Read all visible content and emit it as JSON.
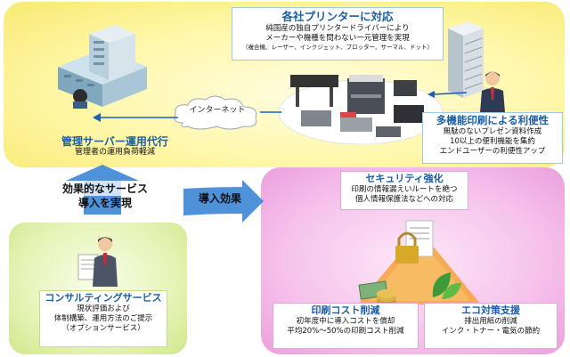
{
  "printer_support": {
    "title": "各社プリンターに対応",
    "lines": [
      "純国産の独自プリンタードライバーにより",
      "メーカーや機種を問わない一元管理を実現"
    ],
    "note": "（複合機、レーザー、インクジェット、プロッター、サーマル、ドット）"
  },
  "internet_label": "インターネット",
  "server_ops": {
    "title": "管理サーバー運用代行",
    "sub": "管理者の運用負荷軽減"
  },
  "multifunction": {
    "title": "多機能印刷による利便性",
    "lines": [
      "無駄のないプレゼン資料作成",
      "10以上の便利機能を集約",
      "エンドユーザーの利便性アップ"
    ]
  },
  "effective_service": {
    "line1": "効果的なサービス",
    "line2": "導入を実現"
  },
  "intro_effect": "導入効果",
  "security": {
    "title": "セキュリティ強化",
    "lines": [
      "印刷の情報漏えいルートを絶つ",
      "個人情報保護法などへの対応"
    ]
  },
  "consulting": {
    "title": "コンサルティングサービス",
    "lines": [
      "現状評価および",
      "体制構築、運用方法のご提示",
      "（オプションサービス）"
    ]
  },
  "cost": {
    "title": "印刷コスト削減",
    "lines": [
      "初年度中に導入コストを償却",
      "平均20%～50%の印刷コスト削減"
    ]
  },
  "eco": {
    "title": "エコ対策支援",
    "lines": [
      "排出用紙の削減",
      "インク・トナー・電気の節約"
    ]
  },
  "colors": {
    "title_blue": "#1a5ea8",
    "top_panel": "#fff7a8",
    "left_panel": "#e6f4b8",
    "right_panel": "#f6c2ec",
    "arrow_blue": "#1f6fc4"
  },
  "icons": [
    "office-building-icon",
    "server-tower-icon",
    "cloud-icon",
    "printer-group-icon",
    "businessman-icon",
    "consultant-icon",
    "lock-document-icon",
    "money-coins-icon",
    "leaves-icon"
  ]
}
